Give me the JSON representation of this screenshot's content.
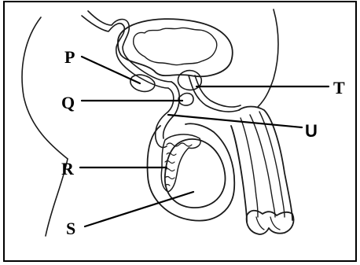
{
  "labels": {
    "p": "P",
    "q": "Q",
    "r": "R",
    "s": "S",
    "t": "T",
    "u": "U"
  },
  "colors": {
    "ink": "#1a1a1a",
    "frame": "#000000",
    "background": "#ffffff"
  }
}
